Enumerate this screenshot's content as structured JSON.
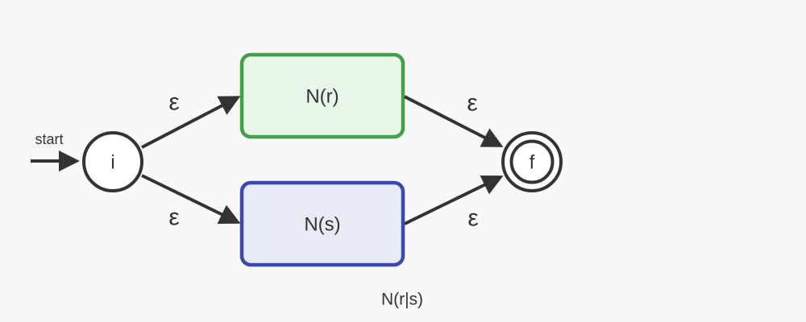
{
  "colors": {
    "background": "#f8f8f8",
    "line": "#333333",
    "state_fill": "#ffffff",
    "dark_text": "#333333",
    "muted_text": "#646b75",
    "green_border": "#43a047",
    "green_fill": "#e8f5e9",
    "indigo_border": "#3b49ad",
    "indigo_fill": "#e8eaf6"
  },
  "diagram": {
    "start_label": "start",
    "initial_state_label": "i",
    "final_state_label": "f",
    "top_box_label": "N(r)",
    "bottom_box_label": "N(s)",
    "edge_i_to_nr_label": "ε",
    "edge_i_to_ns_label": "ε",
    "edge_nr_to_f_label": "ε",
    "edge_ns_to_f_label": "ε",
    "caption": "N(r|s)"
  }
}
